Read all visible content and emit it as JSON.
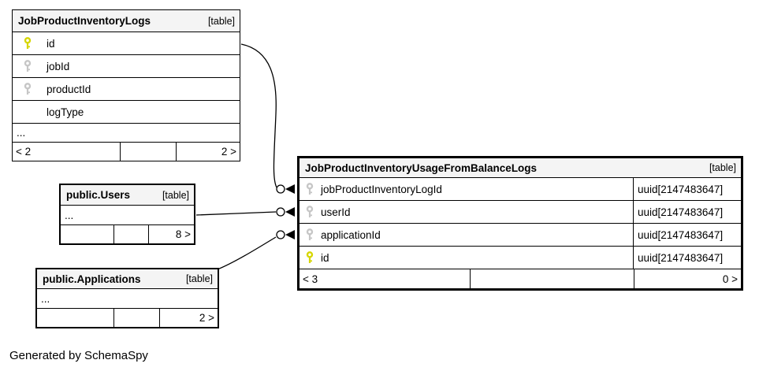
{
  "diagram": {
    "generated_by": "Generated by SchemaSpy"
  },
  "tables": {
    "logs": {
      "title": "JobProductInventoryLogs",
      "badge": "[table]",
      "columns": [
        {
          "name": "id",
          "key": "primary"
        },
        {
          "name": "jobId",
          "key": "foreign"
        },
        {
          "name": "productId",
          "key": "foreign"
        },
        {
          "name": "logType",
          "key": "none"
        }
      ],
      "ellipsis": "...",
      "footer": {
        "left": "< 2",
        "middle": "",
        "right": "2 >"
      }
    },
    "users": {
      "title": "public.Users",
      "badge": "[table]",
      "ellipsis": "...",
      "footer": {
        "left": "",
        "middle": "",
        "right": "8 >"
      }
    },
    "applications": {
      "title": "public.Applications",
      "badge": "[table]",
      "ellipsis": "...",
      "footer": {
        "left": "",
        "middle": "",
        "right": "2 >"
      }
    },
    "balance": {
      "title": "JobProductInventoryUsageFromBalanceLogs",
      "badge": "[table]",
      "columns": [
        {
          "name": "jobProductInventoryLogId",
          "key": "foreign",
          "type": "uuid[2147483647]"
        },
        {
          "name": "userId",
          "key": "foreign",
          "type": "uuid[2147483647]"
        },
        {
          "name": "applicationId",
          "key": "foreign",
          "type": "uuid[2147483647]"
        },
        {
          "name": "id",
          "key": "primary",
          "type": "uuid[2147483647]"
        }
      ],
      "footer": {
        "left": "< 3",
        "middle": "",
        "right": "0 >"
      }
    }
  },
  "relationships": [
    {
      "from": "JobProductInventoryLogs.id",
      "to": "JobProductInventoryUsageFromBalanceLogs.jobProductInventoryLogId"
    },
    {
      "from": "public.Users",
      "to": "JobProductInventoryUsageFromBalanceLogs.userId"
    },
    {
      "from": "public.Applications",
      "to": "JobProductInventoryUsageFromBalanceLogs.applicationId"
    }
  ],
  "colors": {
    "primary_key": "#d6d600",
    "foreign_key": "#c6c6c6",
    "header_bg": "#f4f4f4",
    "border": "#000000"
  }
}
